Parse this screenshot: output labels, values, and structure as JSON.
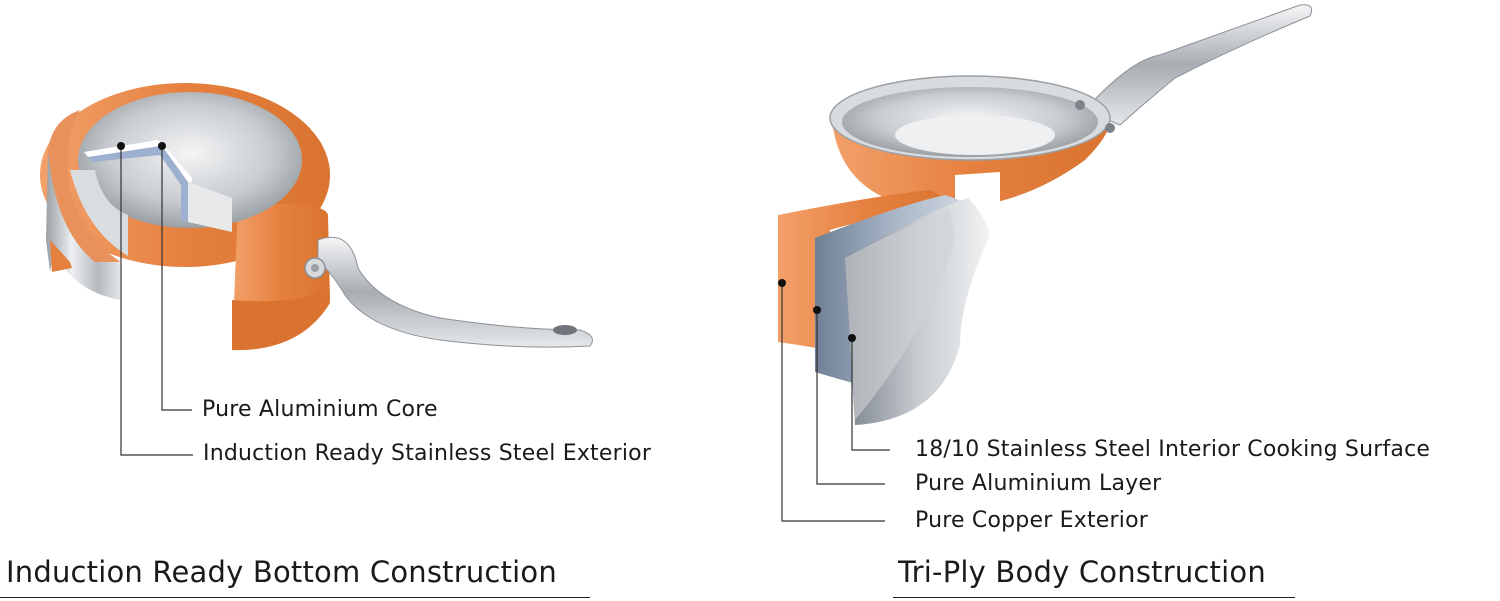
{
  "left_panel": {
    "callouts": [
      "Pure Aluminium Core",
      "Induction Ready Stainless Steel Exterior"
    ],
    "heading": "Induction Ready Bottom Construction"
  },
  "right_panel": {
    "callouts": [
      "18/10 Stainless Steel Interior Cooking Surface",
      "Pure Aluminium Layer",
      "Pure Copper Exterior"
    ],
    "heading": "Tri-Ply Body Construction"
  },
  "colors": {
    "copper": "#e8874a",
    "steel": "#c9ccd0",
    "aluminium": "#8fa7c9",
    "line": "#333333"
  }
}
